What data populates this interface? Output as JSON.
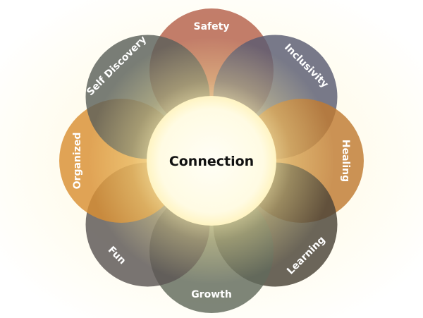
{
  "center": {
    "label": "Connection",
    "color": "#fffbe6"
  },
  "petals": [
    {
      "label": "Safety",
      "color": "#b4604a"
    },
    {
      "label": "Inclusivity",
      "color": "#5a5b72"
    },
    {
      "label": "Healing",
      "color": "#c07a32"
    },
    {
      "label": "Learning",
      "color": "#4b4337"
    },
    {
      "label": "Growth",
      "color": "#626a5c"
    },
    {
      "label": "Fun",
      "color": "#5c5554"
    },
    {
      "label": "Organized",
      "color": "#d98f33"
    },
    {
      "label": "Self Discovery",
      "color": "#5c605a"
    }
  ],
  "glow_color": "#fff3a8"
}
